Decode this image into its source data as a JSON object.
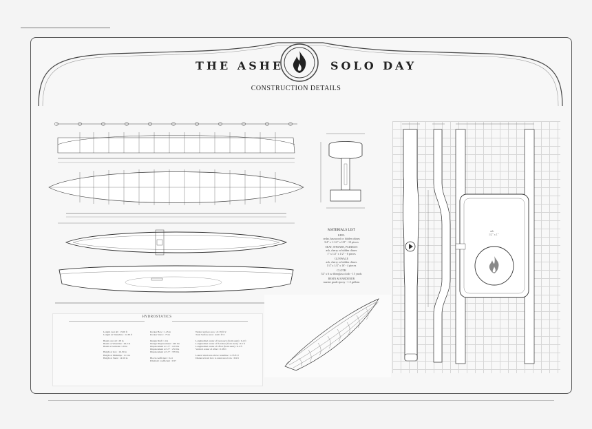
{
  "header": {
    "title_left": "THE ASHES",
    "title_right": "SOLO DAY",
    "logo": "flame-logo-icon",
    "subtitle": "CONSTRUCTION DETAILS"
  },
  "materials": {
    "heading": "MATERIALS LIST",
    "items": [
      {
        "name": "KEEL",
        "detail": "cedar, basswood or hidden chines\n3/4\" x 1-1/4\" x 1/8\" - 10 pieces"
      },
      {
        "name": "SEAT, THWART, PADDLES",
        "detail": "ash, cherry or hidden chines\n1\" x 1/2\" x 1/2\" - 6 pieces"
      },
      {
        "name": "GUNWALE",
        "detail": "ash, cherry or hidden chines\n1/4\" x 1/4\" x 16' - 4 pieces"
      },
      {
        "name": "CLOTH",
        "detail": "52\" x 6 oz fiberglass cloth - 15 yards"
      },
      {
        "name": "RESIN & HARDENER",
        "detail": "marine grade epoxy - 1.5 gallons"
      }
    ]
  },
  "hydrostatics": {
    "heading": "HYDROSTATICS",
    "col1": "Length over all : 13.00 ft\nLength on Waterline : 12.65 ft\n\nBeam over all : 28 in\nBeam on Waterline : 26.2 in\nBeam at Gunwale : 26 in\n\nHeight at bow : 16.50 in\nHeight at Midships : 11.5 in\nHeight at Stern : 14.50 in",
    "col2": "Rocker Bow : 1.45 in\nRocker Stern : .75 in\n\nDesign Draft : 4 in\nDesign Displacement : 220 lbs\nDisplacement at 1.5\" : 145 lbs\nDisplacement at 3.5\" : 255 lbs\nDisplacement at 5.5\" : 370 lbs\n\nBlock coefficient : 0.41\nPrismatic coefficient : 0.57",
    "col3": "Wetted surface area : 21.76 ft^2\nTotal Surface area : 44.01 ft^2\n\nLongitudinal center of buoyancy (from stern) : 6.4 ft\nLongitudinal center of flotation (from stern) : 6.5 ft\nLongitudinal center of effort (from stern) : 6.2 ft\nVertical center of effort : 0.38 ft\n\nLateral wind area above waterline : 2.35 ft^2\nDistance from bow to stand area CoG : 6.9 ft"
  },
  "paddle": {
    "label": "ash",
    "label2": "1/2\" x 1\""
  },
  "colors": {
    "frame": "#555555",
    "line": "#444444",
    "grid": "#cfcfcf",
    "background": "#f4f4f4"
  }
}
